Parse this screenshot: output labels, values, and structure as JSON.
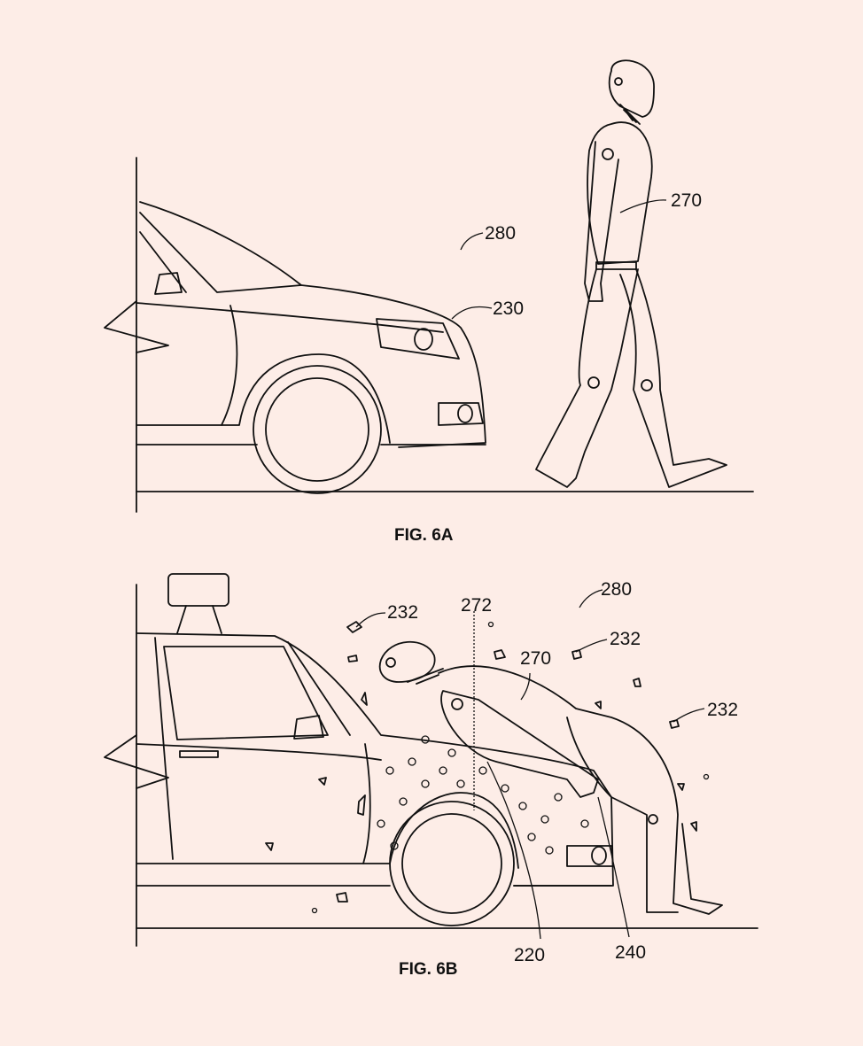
{
  "figures": [
    {
      "caption": "FIG. 6A",
      "labels": {
        "scene": "280",
        "pedestrian": "270",
        "vehicle_front": "230"
      }
    },
    {
      "caption": "FIG. 6B",
      "labels": {
        "debris_1": "232",
        "marker_line": "272",
        "scene": "280",
        "debris_2": "232",
        "pedestrian": "270",
        "debris_3": "232",
        "adhesive_layer": "220",
        "bumper": "240"
      }
    }
  ]
}
